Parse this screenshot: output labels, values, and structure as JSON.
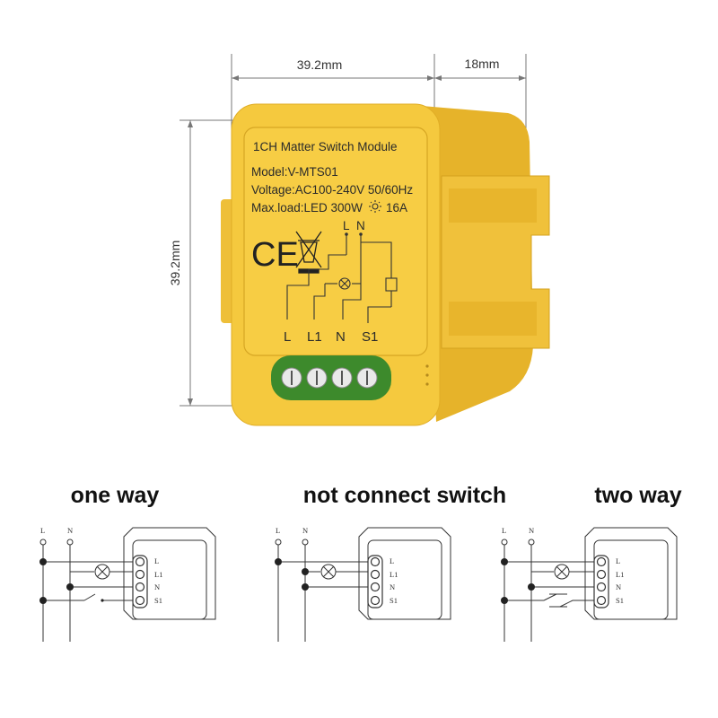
{
  "dimensions": {
    "width": "39.2mm",
    "depth": "18mm",
    "height": "39.2mm"
  },
  "module": {
    "title": "1CH Matter Switch Module",
    "model": "Model:V-MTS01",
    "voltage": "Voltage:AC100-240V 50/60Hz",
    "maxload": "Max.load:LED 300W",
    "maxload_current": "16A",
    "ce_mark": "CE",
    "top_terminals": [
      "L",
      "N"
    ],
    "terminals": [
      "L",
      "L1",
      "N",
      "S1"
    ],
    "body_color": "#f2c640"
  },
  "wiring": {
    "supply_labels": [
      "L",
      "N"
    ],
    "terminal_labels": [
      "L",
      "L1",
      "N",
      "S1"
    ],
    "diagrams": [
      {
        "caption": "one way"
      },
      {
        "caption": "not connect switch"
      },
      {
        "caption": "two way"
      }
    ]
  }
}
